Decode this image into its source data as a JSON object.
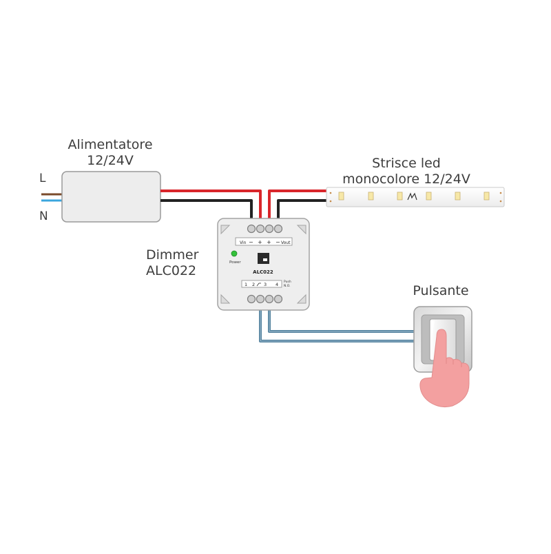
{
  "labels": {
    "psu_line1": "Alimentatore",
    "psu_line2": "12/24V",
    "strip_line1": "Strisce led",
    "strip_line2": "monocolore 12/24V",
    "dimmer_line1": "Dimmer",
    "dimmer_line2": "ALC022",
    "button": "Pulsante",
    "mains_l": "L",
    "mains_n": "N"
  },
  "dimmer": {
    "terminal_vin": "Vin",
    "terminal_minus": "−",
    "terminal_plus": "+",
    "terminal_vout": "Vout",
    "power": "Power",
    "model": "ALC022",
    "push_line1": "Push",
    "push_line2": "N.O.",
    "pin1": "1",
    "pin2": "2",
    "pin3": "3",
    "pin4": "4"
  },
  "colors": {
    "wire_red": "#d9262b",
    "wire_black": "#222222",
    "wire_brown": "#7a4a2a",
    "wire_blue": "#3ba6de",
    "wire_signal": "#4f7f9c",
    "box_fill": "#eeeeee",
    "box_stroke": "#9a9a9a",
    "led_green": "#33c13a",
    "skin": "#f3a0a0"
  }
}
